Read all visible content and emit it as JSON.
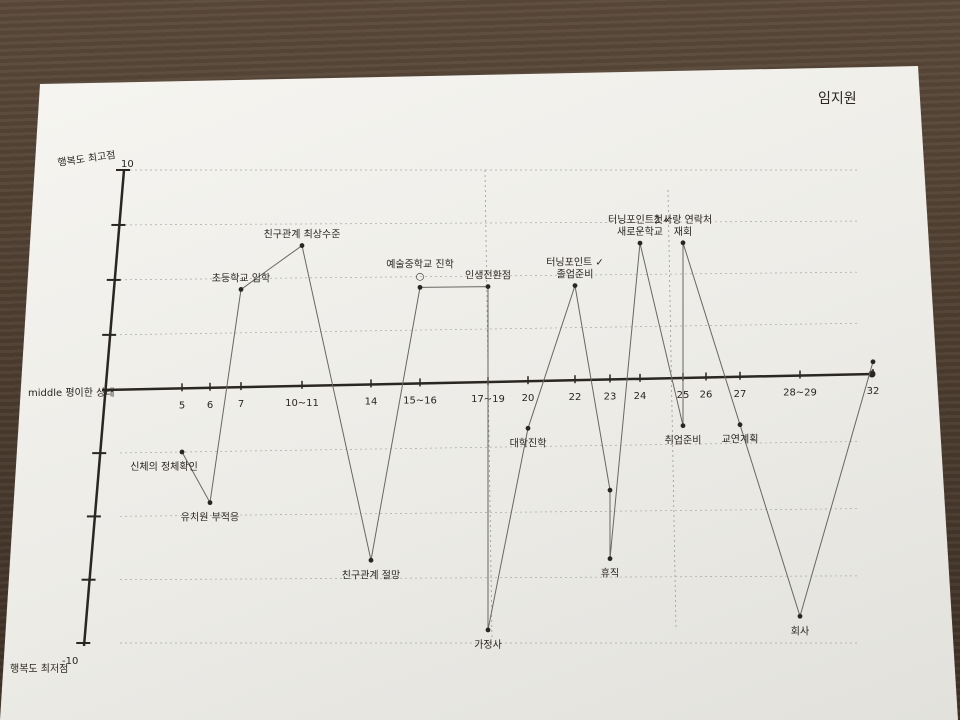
{
  "author": "임지원",
  "y_axis": {
    "top_value": "10",
    "top_label": "행복도 최고점",
    "middle_label": "middle 평이한 상태",
    "bottom_value": "-10",
    "bottom_label": "행복도 최저점"
  },
  "chart_data": {
    "type": "line",
    "ylim": [
      -10,
      10
    ],
    "x_ticks": [
      "5",
      "6",
      "7",
      "10~11",
      "14",
      "15~16",
      "17~19",
      "20",
      "22",
      "23",
      "24",
      "25",
      "26",
      "27",
      "28~29",
      "32"
    ],
    "points": [
      {
        "x": "5",
        "y": -2.5,
        "label": "신체의 정체확인"
      },
      {
        "x": "6",
        "y": -4.5,
        "label": "유치원 부적응"
      },
      {
        "x": "7",
        "y": 4.5,
        "label": "초등학교 입학"
      },
      {
        "x": "10~11",
        "y": 6.5,
        "label": "친구관계 최상수준"
      },
      {
        "x": "14",
        "y": -6.8,
        "label": "친구관계 절망"
      },
      {
        "x": "15~16",
        "y": 4.5,
        "label": "예술중학교 진학 ○"
      },
      {
        "x": "17~19",
        "y": 4.5,
        "label": "인생전환점"
      },
      {
        "x": "17~19",
        "y": -9.5,
        "label": "가정사"
      },
      {
        "x": "20",
        "y": -1.8,
        "label": "대학진학"
      },
      {
        "x": "22",
        "y": 4.5,
        "label": "터닝포인트 ✓ 졸업준비"
      },
      {
        "x": "23",
        "y": -4.2,
        "label": ""
      },
      {
        "x": "23",
        "y": -6.8,
        "label": "휴직"
      },
      {
        "x": "24",
        "y": 6.5,
        "label": "터닝포인트2 ✓ 새로운학교"
      },
      {
        "x": "25",
        "y": -1.8,
        "label": "취업준비"
      },
      {
        "x": "25",
        "y": 6.5,
        "label": "첫사랑 연락처 재회"
      },
      {
        "x": "27",
        "y": -1.8,
        "label": "교연계획"
      },
      {
        "x": "28~29",
        "y": -9.0,
        "label": "회사"
      },
      {
        "x": "32",
        "y": 0.6,
        "label": ""
      }
    ]
  }
}
